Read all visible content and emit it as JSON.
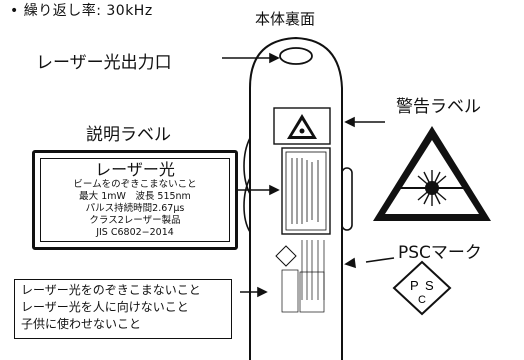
{
  "repetition_rate": "• 繰り返し率: 30kHz",
  "back_view_title": "本体裏面",
  "laser_aperture": "レーザー光出力口",
  "explanation_label": "説明ラベル",
  "warning_label": "警告ラベル",
  "psc_mark": "PSCマーク",
  "label_content": {
    "title": "レーザー光",
    "line1": "ビームをのぞきこまないこと",
    "line2": "最大 1mW　波長 515nm",
    "line3": "パルス持続時間2.67μs",
    "line4": "クラス2レーザー製品",
    "line5": "JIS C6802−2014"
  },
  "safety_note": [
    "レーザー光をのぞきこまないこと",
    "レーザー光を人に向けないこと",
    "子供に使わせないこと"
  ],
  "psc_letters": {
    "p": "P",
    "s": "S",
    "c": "C"
  }
}
